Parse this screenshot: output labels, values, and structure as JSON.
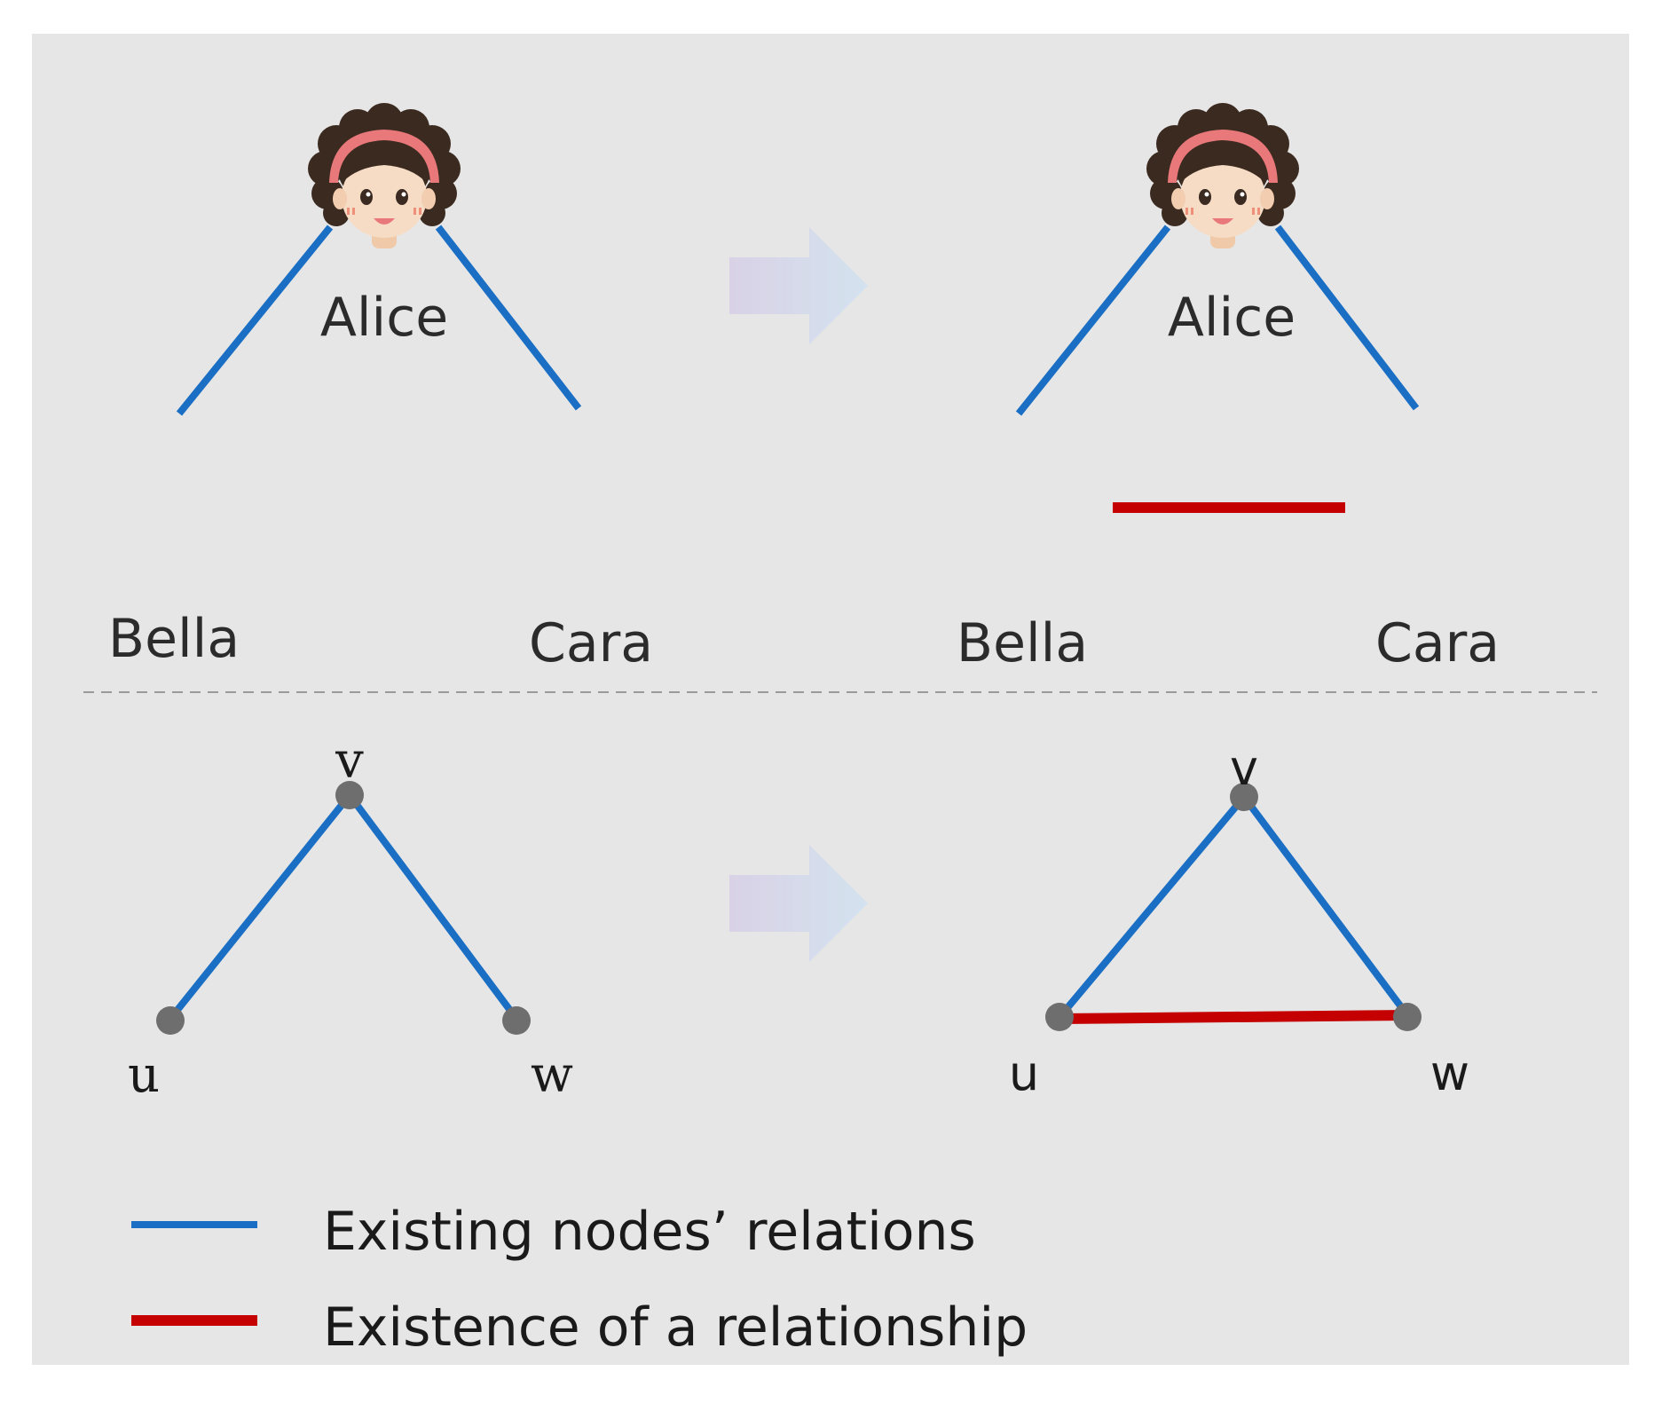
{
  "colors": {
    "background": "#e6e6e6",
    "existing_relation": "#1a6fc4",
    "new_relation": "#c40000",
    "node": "#6e6e6e",
    "divider": "#9a9a9a"
  },
  "top_left": {
    "alice": "Alice",
    "bella": "Bella",
    "cara": "Cara"
  },
  "top_right": {
    "alice": "Alice",
    "bella": "Bella",
    "cara": "Cara"
  },
  "bottom_left": {
    "v": "v",
    "u": "u",
    "w": "w"
  },
  "bottom_right": {
    "v": "v",
    "u": "u",
    "w": "w"
  },
  "legend": {
    "existing": "Existing nodes’ relations",
    "new": "Existence of a relationship"
  },
  "icons": [
    "alice-avatar-icon",
    "bella-avatar-icon",
    "cara-avatar-icon",
    "right-arrow-icon"
  ]
}
